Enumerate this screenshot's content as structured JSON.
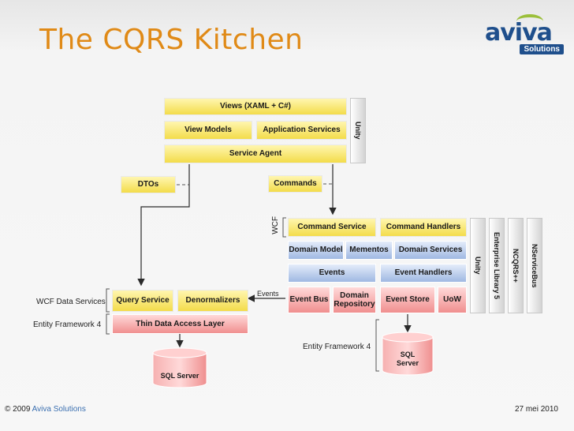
{
  "slide": {
    "title": "The CQRS Kitchen",
    "logo": {
      "word": "aviva",
      "sub": "Solutions",
      "colors": {
        "blue": "#1f4f8c",
        "green": "#9bbf3a"
      }
    },
    "footer": {
      "copyright": "© 2009",
      "company": "Aviva Solutions",
      "date": "27 mei 2010"
    }
  },
  "nodes": {
    "views": "Views (XAML + C#)",
    "view_models": "View Models",
    "application_services": "Application Services",
    "service_agent": "Service Agent",
    "unity_top": "Unity",
    "dtos": "DTOs",
    "commands": "Commands",
    "wcf": "WCF",
    "command_service": "Command Service",
    "command_handlers": "Command Handlers",
    "domain_model": "Domain Model",
    "mementos": "Mementos",
    "domain_services": "Domain Services",
    "events": "Events",
    "event_handlers": "Event Handlers",
    "event_bus": "Event Bus",
    "domain_repository": "Domain Repository",
    "event_store": "Event Store",
    "uow": "UoW",
    "events_label": "Events",
    "query_service": "Query Service",
    "denormalizers": "Denormalizers",
    "thin_dal": "Thin Data Access Layer",
    "sql_server_left": "SQL Server",
    "sql_server_right": "SQL Server",
    "wcf_data_services": "WCF Data Services",
    "entity_framework_left": "Entity Framework 4",
    "entity_framework_right": "Entity Framework 4",
    "unity_side": "Unity",
    "enterprise_library": "Enterprise Library 5",
    "ncqrs": "NCQRS++",
    "nservicebus": "NServiceBus"
  },
  "colors": {
    "title": "#e08a17",
    "yellow": "#f3dc4a",
    "blue": "#9fb8e2",
    "red": "#f08f8f",
    "gray": "#d3d3d3"
  }
}
